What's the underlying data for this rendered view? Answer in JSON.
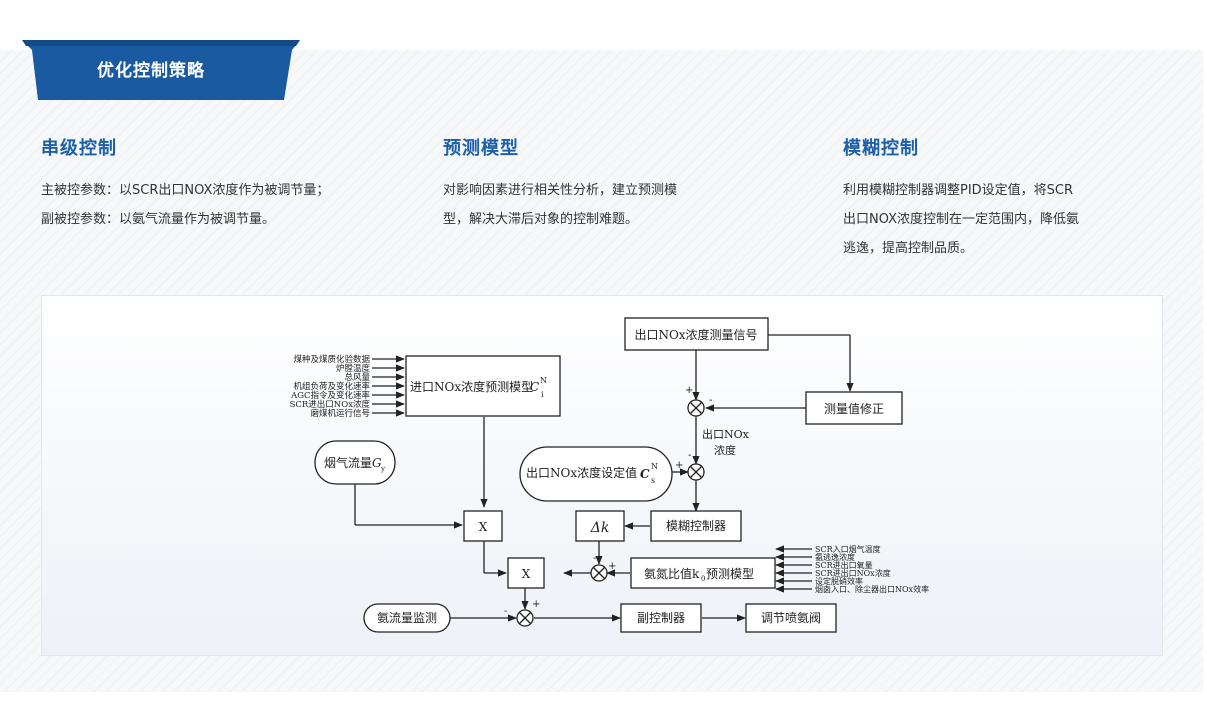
{
  "section_tab": "优化控制策略",
  "columns": [
    {
      "title": "串级控制",
      "lines": [
        "主被控参数：以SCR出口NOX浓度作为被调节量；",
        "副被控参数：以氨气流量作为被调节量。"
      ]
    },
    {
      "title": "预测模型",
      "lines": [
        "对影响因素进行相关性分析，建立预测模",
        "型，解决大滞后对象的控制难题。"
      ]
    },
    {
      "title": "模糊控制",
      "lines": [
        "利用模糊控制器调整PID设定值，将SCR",
        "出口NOX浓度控制在一定范围内，降低氨",
        "逃逸，提高控制品质。"
      ]
    }
  ],
  "diagram": {
    "inputs_left": [
      "煤种及煤质化验数据",
      "炉膛温度",
      "总风量",
      "机组负荷及变化速率",
      "AGC指令及变化速率",
      "SCR进出口NOx浓度",
      "磨煤机运行信号"
    ],
    "prediction_model": "进口NOx浓度预测模型",
    "prediction_symbol": "C",
    "prediction_sup": "N",
    "prediction_sub": "i",
    "measure_signal": "出口NOx浓度测量信号",
    "measure_correct": "测量值修正",
    "outlet_label_1": "出口NOx",
    "outlet_label_2": "浓度",
    "setpoint": "出口NOx浓度设定值",
    "setpoint_symbol": "C",
    "setpoint_sup": "N",
    "setpoint_sub": "s",
    "flue_gas": "烟气流量",
    "flue_symbol": "G",
    "flue_sub": "y",
    "fuzzy": "模糊控制器",
    "delta_k": "Δk",
    "ratio_model": "氨氮比值k",
    "ratio_sub": "0",
    "ratio_model_tail": "预测模型",
    "inputs_right": [
      "SCR入口烟气温度",
      "氨逃逸浓度",
      "SCR进出口氧量",
      "SCR进出口NOx浓度",
      "设定脱硝效率",
      "烟囱入口、除尘器出口NOx效率"
    ],
    "ammonia_monitor": "氨流量监测",
    "secondary_controller": "副控制器",
    "valve": "调节喷氨阀",
    "mult": "X",
    "plus": "+",
    "minus": "-"
  }
}
